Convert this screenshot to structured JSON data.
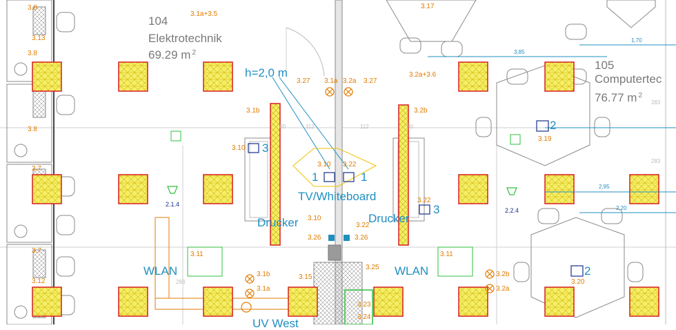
{
  "rooms": [
    {
      "number": "104",
      "name": "Elektrotechnik",
      "area": "69.29 m",
      "area_sup": "2"
    },
    {
      "number": "105",
      "name": "Computertec",
      "area": "76.77 m",
      "area_sup": "2"
    }
  ],
  "annotations": {
    "height": "h=2,0 m",
    "tv": "TV/Whiteboard",
    "drucker_left": "Drucker",
    "drucker_right": "Drucker",
    "wlan_left": "WLAN",
    "wlan_right": "WLAN",
    "uv": "UV West"
  },
  "circuit_labels": [
    "3.8",
    "3.13",
    "3.8",
    "3.8",
    "3.7",
    "3.7",
    "3.12",
    "3.1a+3.5",
    "3.2a+3.6",
    "3.27",
    "3.1a",
    "3.2a",
    "3.27",
    "3.1b",
    "3.2b",
    "3.10",
    "3.10",
    "3.22",
    "3.22",
    "3.10",
    "3.22",
    "3.26",
    "3.26",
    "3.11",
    "3.11",
    "3.15",
    "3.25",
    "3.1b",
    "3.1a",
    "3.2b",
    "3.2a",
    "3.23",
    "3.24",
    "3.17",
    "3.19",
    "3.20"
  ],
  "outlet_counts": [
    "1",
    "1",
    "3",
    "3",
    "2",
    "2"
  ],
  "node_labels": [
    "2.1.4",
    "2.2.4"
  ],
  "dimensions": [
    "3,85",
    "1,70",
    "2,95",
    "2,20",
    "112",
    "112",
    "80",
    "80",
    "283",
    "283",
    "283"
  ],
  "colors": {
    "fixture_fill": "#f5ee6a",
    "fixture_border": "#d61f1f",
    "cyan": "#1f8fc0",
    "orange": "#e07b00",
    "green": "#2fbf3f",
    "wall": "#9a9a9a"
  }
}
